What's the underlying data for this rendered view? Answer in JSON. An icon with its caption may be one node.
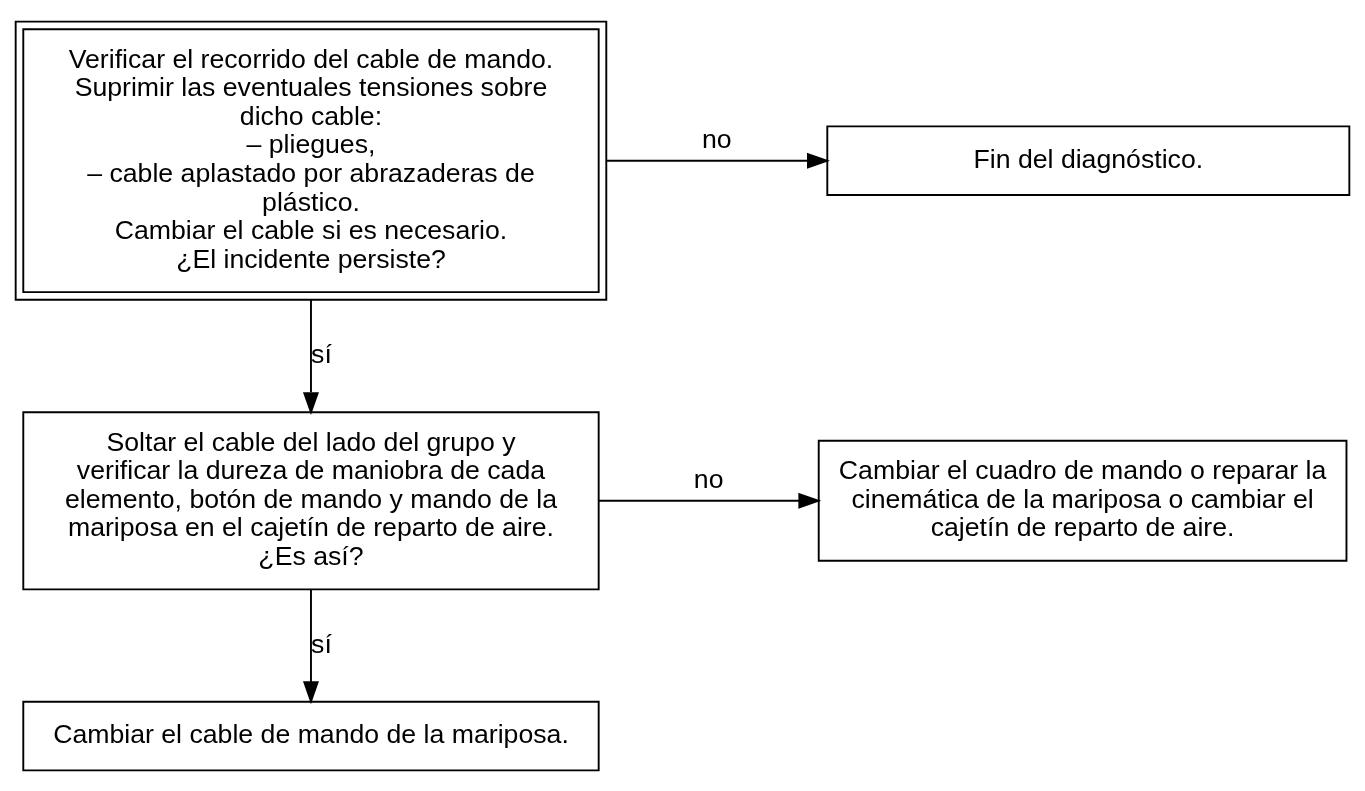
{
  "diagram": {
    "nodes": [
      {
        "text": [
          "Verificar el recorrido del cable de mando. Suprimir las eventuales tensiones sobre dicho cable:",
          "– pliegues,",
          "– cable aplastado por abrazaderas de plástico.",
          "Cambiar el cable si es necesario.",
          "¿El incidente persiste?"
        ]
      },
      {
        "text": [
          "Fin del diagnóstico."
        ]
      },
      {
        "text": [
          "Soltar el cable del lado del grupo y verificar la dureza de maniobra de cada elemento, botón de mando y mando de la mariposa en el cajetín de reparto de aire.",
          "¿Es así?"
        ]
      },
      {
        "text": [
          "Cambiar el cuadro de mando o reparar la cinemática de la mariposa o cambiar el cajetín de reparto de aire."
        ]
      },
      {
        "text": [
          "Cambiar el cable de mando de la mariposa."
        ]
      }
    ],
    "edges": [
      {
        "from": 0,
        "to": 1,
        "arrow": "to",
        "label": "no"
      },
      {
        "from": 0,
        "to": 2,
        "arrow": "to",
        "label": "sí"
      },
      {
        "from": 2,
        "to": 3,
        "arrow": "to",
        "label": "no"
      },
      {
        "from": 2,
        "to": 4,
        "arrow": "to",
        "label": "sí"
      }
    ]
  }
}
